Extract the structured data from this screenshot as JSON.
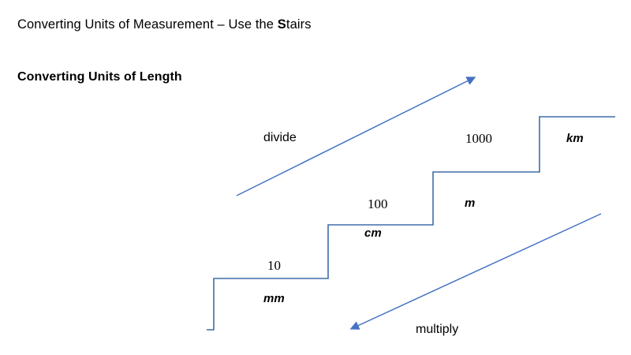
{
  "slide": {
    "title_prefix": "Converting Units of Measurement – Use the ",
    "title_bold_letter": "S",
    "title_suffix": "tairs",
    "subtitle": "Converting Units of Length",
    "background_color": "#ffffff",
    "accent_color": "#3E6DA8",
    "arrow_color": "#4472C4",
    "text_color": "#000000"
  },
  "diagram": {
    "type": "staircase",
    "description": "Metric length unit conversion staircase",
    "steps": [
      {
        "unit": "mm",
        "factor_to_next": "10"
      },
      {
        "unit": "cm",
        "factor_to_next": "100"
      },
      {
        "unit": "m",
        "factor_to_next": "1000"
      },
      {
        "unit": "km",
        "factor_to_next": ""
      }
    ],
    "operations": {
      "up_label": "divide",
      "down_label": "multiply"
    },
    "units": {
      "mm": "mm",
      "cm": "cm",
      "m": "m",
      "km": "km"
    },
    "factors": {
      "mm_to_cm": "10",
      "cm_to_m": "100",
      "m_to_km": "1000"
    }
  }
}
